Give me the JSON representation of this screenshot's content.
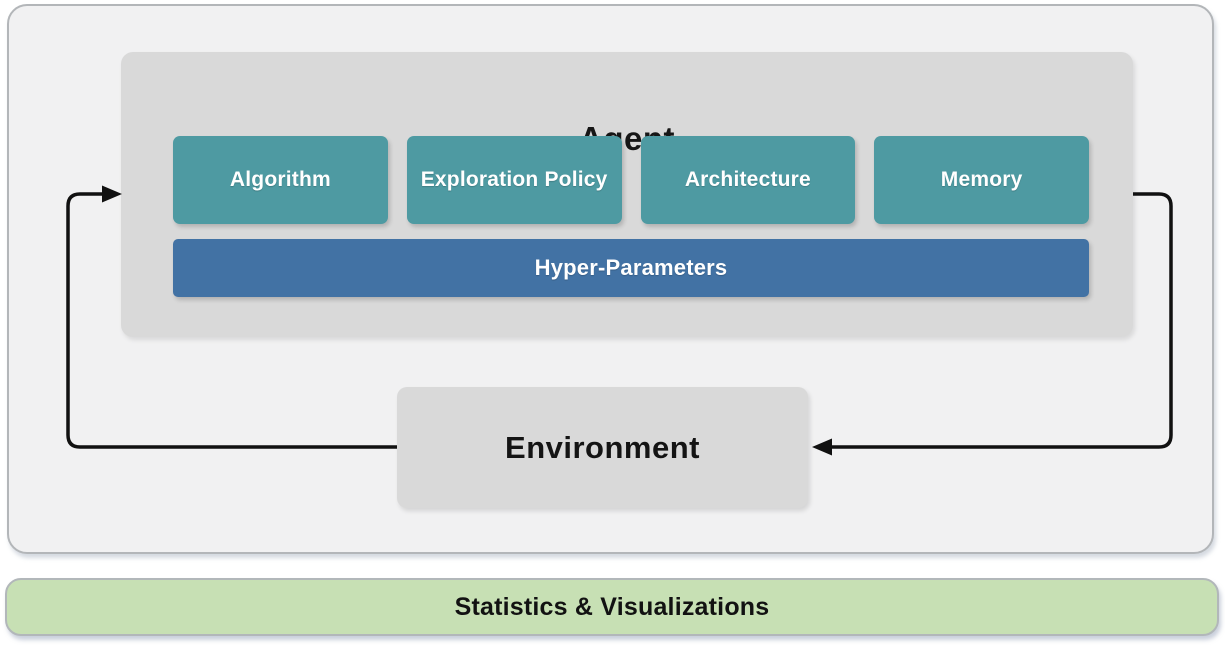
{
  "diagram": {
    "agent": {
      "title": "Agent",
      "components": [
        "Algorithm",
        "Exploration Policy",
        "Architecture",
        "Memory"
      ],
      "hyper_parameters_label": "Hyper-Parameters"
    },
    "environment": {
      "label": "Environment"
    },
    "stats_bar": {
      "label": "Statistics & Visualizations"
    },
    "arrows": [
      {
        "name": "environment-to-agent",
        "from": "Environment",
        "to": "Agent"
      },
      {
        "name": "agent-to-environment",
        "from": "Agent",
        "to": "Environment"
      }
    ],
    "colors": {
      "component_teal": "#4E9AA2",
      "hyper_parameters_blue": "#4272A4",
      "container_gray": "#D9D9D9",
      "frame_gray": "#F1F1F2",
      "stats_green": "#C7E0B4",
      "arrow_black": "#111111"
    }
  }
}
